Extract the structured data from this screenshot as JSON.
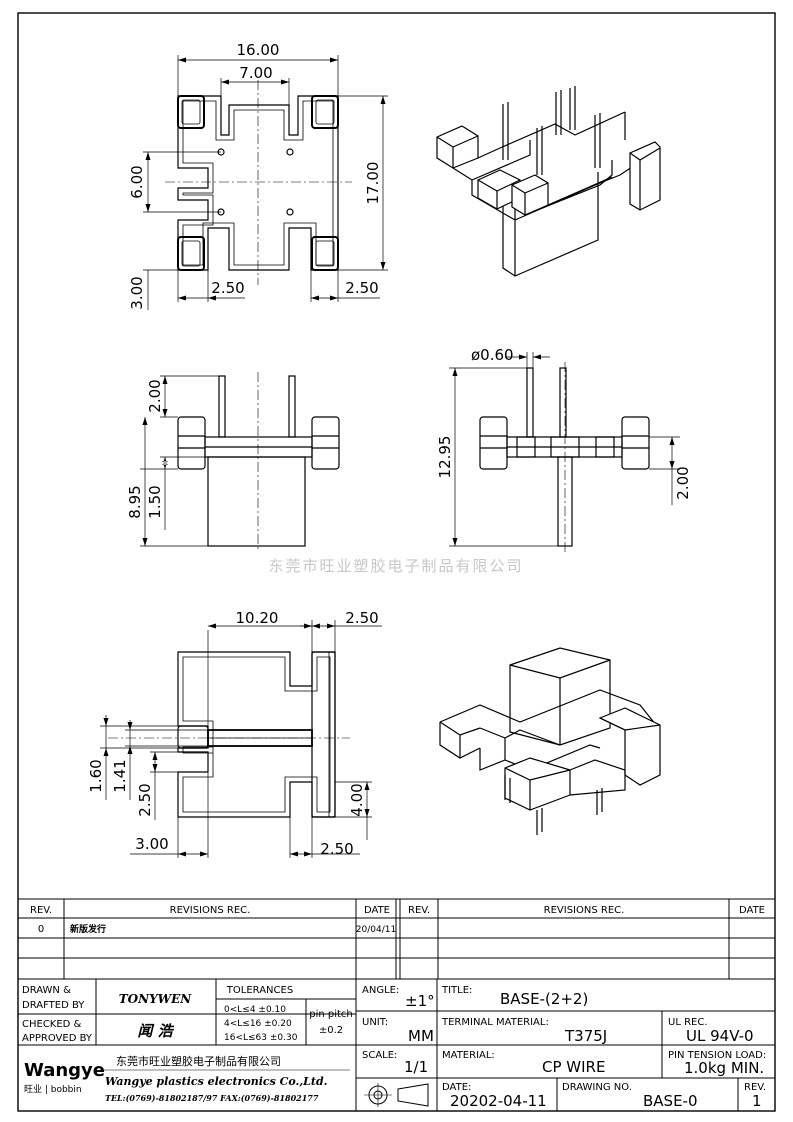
{
  "watermark": "东莞市旺业塑胶电子制品有限公司",
  "dimensions": {
    "top_width": "16.00",
    "top_inner_width": "7.00",
    "top_pin_spacing": "6.00",
    "top_height": "17.00",
    "top_bottom_left": "3.00",
    "top_slot_left": "2.50",
    "top_slot_right": "2.50",
    "side_pin": "2.00",
    "side_total": "8.95",
    "side_step": "1.50",
    "pin_dia": "ø0.60",
    "side2_height": "12.95",
    "side2_right": "2.00",
    "bot_width": "10.20",
    "bot_right_w": "2.50",
    "bot_a": "1.60",
    "bot_b": "1.41",
    "bot_c": "2.50",
    "bot_d": "4.00",
    "bot_left": "3.00",
    "bot_right": "2.50"
  },
  "revisions": {
    "header": {
      "rev": "REV.",
      "revisions": "REVISIONS   REC.",
      "date": "DATE"
    },
    "rows": [
      {
        "rev": "0",
        "text": "新版发行",
        "date": "20/04/11"
      }
    ]
  },
  "titleblock": {
    "drawn_label_1": "DRAWN &",
    "drawn_label_2": "DRAFTED BY",
    "drawn_value": "TONYWEN",
    "checked_label_1": "CHECKED &",
    "checked_label_2": "APPROVED BY",
    "checked_value": "闻 浩",
    "tol_label": "TOLERANCES",
    "tol_1": "0<L≤4   ±0.10",
    "tol_2": "4<L≤16  ±0.20",
    "tol_3": "16<L≤63 ±0.30",
    "pitch_label": "pin pitch",
    "pitch_value": "±0.2",
    "angle_label": "ANGLE:",
    "angle_value": "±1°",
    "unit_label": "UNIT:",
    "unit_value": "MM",
    "scale_label": "SCALE:",
    "scale_value": "1/1",
    "title_label": "TITLE:",
    "title_value": "BASE-(2+2)",
    "terminal_label": "TERMINAL MATERIAL:",
    "terminal_value": "T375J",
    "ul_label": "UL REC.",
    "ul_value": "UL 94V-0",
    "material_label": "MATERIAL:",
    "material_value": "CP WIRE",
    "pin_tension_label": "PIN TENSION LOAD:",
    "pin_tension_value": "1.0kg MIN.",
    "date_label": "DATE:",
    "date_value": "20202-04-11",
    "drawing_no_label": "DRAWING NO.",
    "drawing_no_value": "BASE-0",
    "rev_label": "REV.",
    "rev_value": "1",
    "company_brand": "Wangye",
    "company_sub": "旺业 | bobbin",
    "company_cn": "东莞市旺业塑胶电子制品有限公司",
    "company_en": "Wangye plastics electronics Co.,Ltd.",
    "company_tel": "TEL:(0769)-81802187/97  FAX:(0769)-81802177"
  }
}
